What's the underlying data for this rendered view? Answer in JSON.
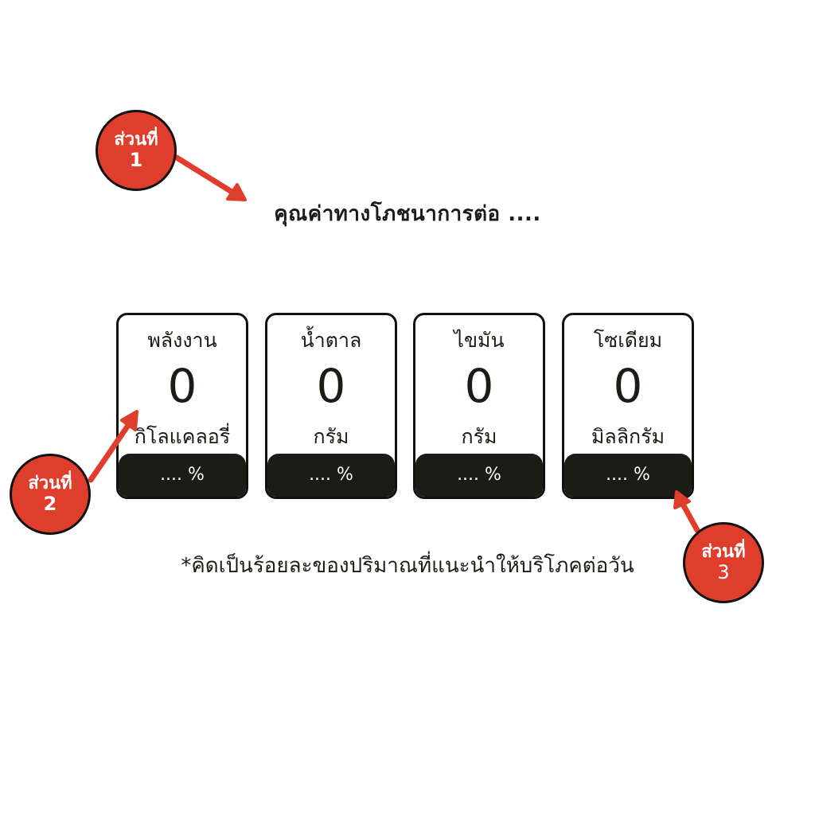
{
  "title": "คุณค่าทางโภชนาการต่อ ....",
  "cards": [
    {
      "name": "พลังงาน",
      "value": "0",
      "unit": "กิโลแคลอรี่",
      "percent": ".... %"
    },
    {
      "name": "น้ำตาล",
      "value": "0",
      "unit": "กรัม",
      "percent": ".... %"
    },
    {
      "name": "ไขมัน",
      "value": "0",
      "unit": "กรัม",
      "percent": ".... %"
    },
    {
      "name": "โซเดียม",
      "value": "0",
      "unit": "มิลลิกรัม",
      "percent": ".... %"
    }
  ],
  "note": "*คิดเป็นร้อยละของปริมาณที่แนะนำให้บริโภคต่อวัน",
  "callouts": [
    {
      "label": "ส่วนที่",
      "number": "1"
    },
    {
      "label": "ส่วนที่",
      "number": "2"
    },
    {
      "label": "ส่วนที่",
      "number": "3"
    }
  ],
  "colors": {
    "accent": "#e03e2d",
    "dark": "#1c1c16",
    "border": "#111111",
    "background": "#ffffff"
  }
}
